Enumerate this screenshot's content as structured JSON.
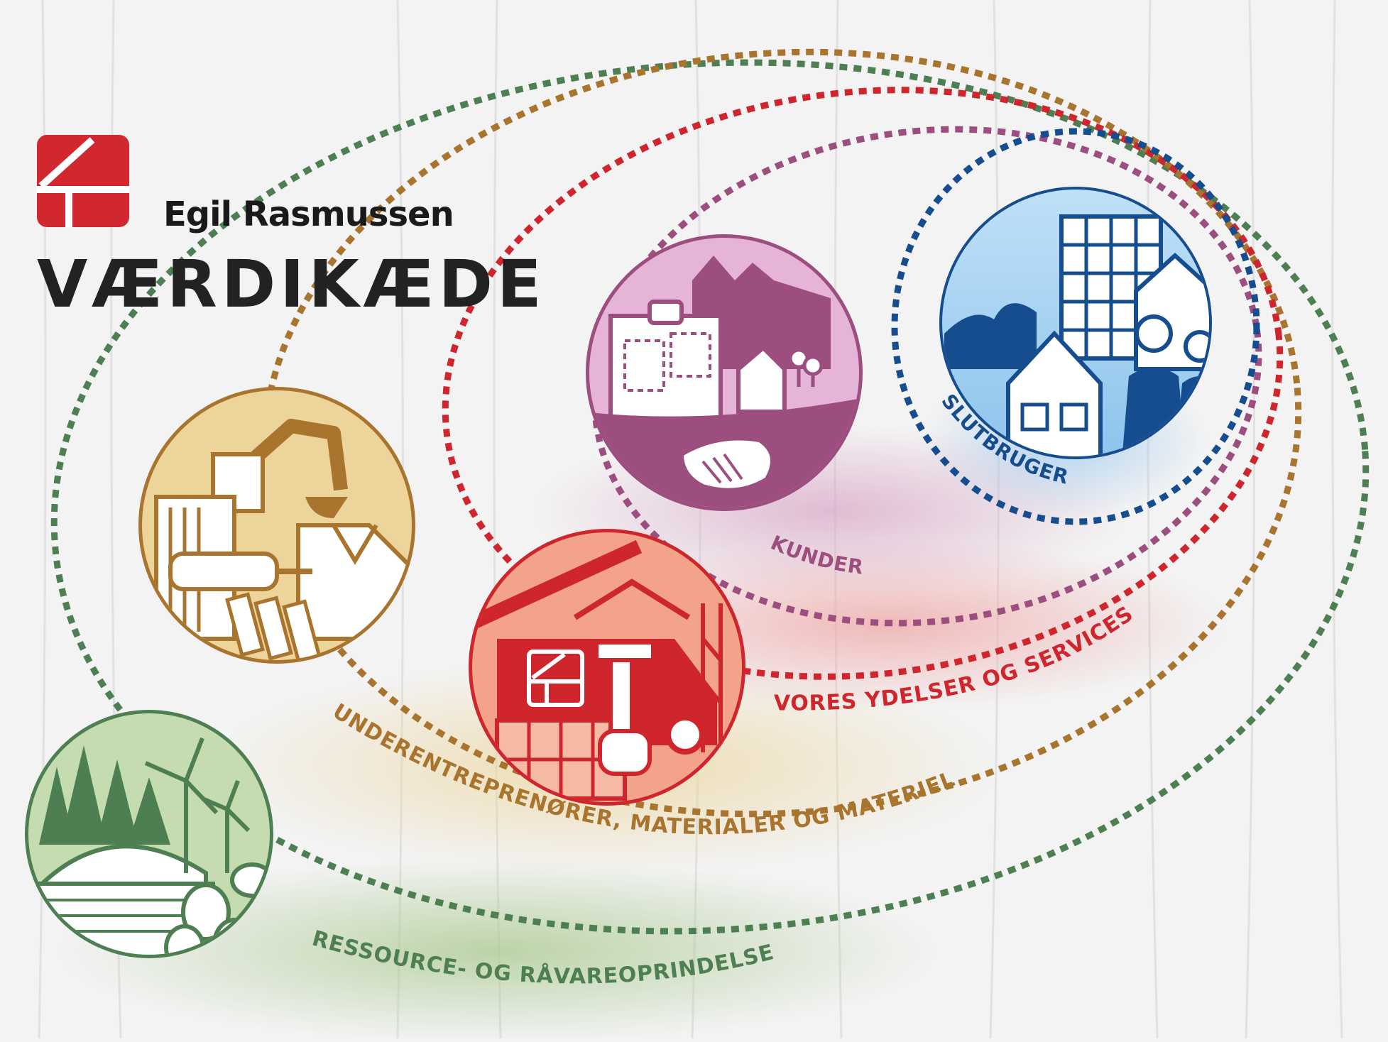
{
  "brand": {
    "company_name": "Egil Rasmussen",
    "logo_color": "#d0282e",
    "logo_icon": "egil-rasmussen-logo-icon"
  },
  "page": {
    "title": "VÆRDIKÆDE"
  },
  "chain": {
    "resource": {
      "label": "RESSOURCE- OG RÅVAREOPRINDELSE",
      "color": "#4d7f52",
      "icon": "forest-windmill-timber-icon"
    },
    "subcontractors": {
      "label": "UNDERENTREPRENØRER, MATERIALER OG MATERIEL",
      "color": "#a8742e",
      "icon": "excavator-drill-materials-icon"
    },
    "services": {
      "label": "VORES YDELSER OG SERVICES",
      "color": "#cf262e",
      "icon": "construction-van-hammer-icon"
    },
    "customers": {
      "label": "KUNDER",
      "color": "#9c4e7f",
      "icon": "plans-handshake-icon"
    },
    "end_user": {
      "label": "SLUTBRUGER",
      "color": "#164d8f",
      "icon": "buildings-people-icon"
    }
  }
}
